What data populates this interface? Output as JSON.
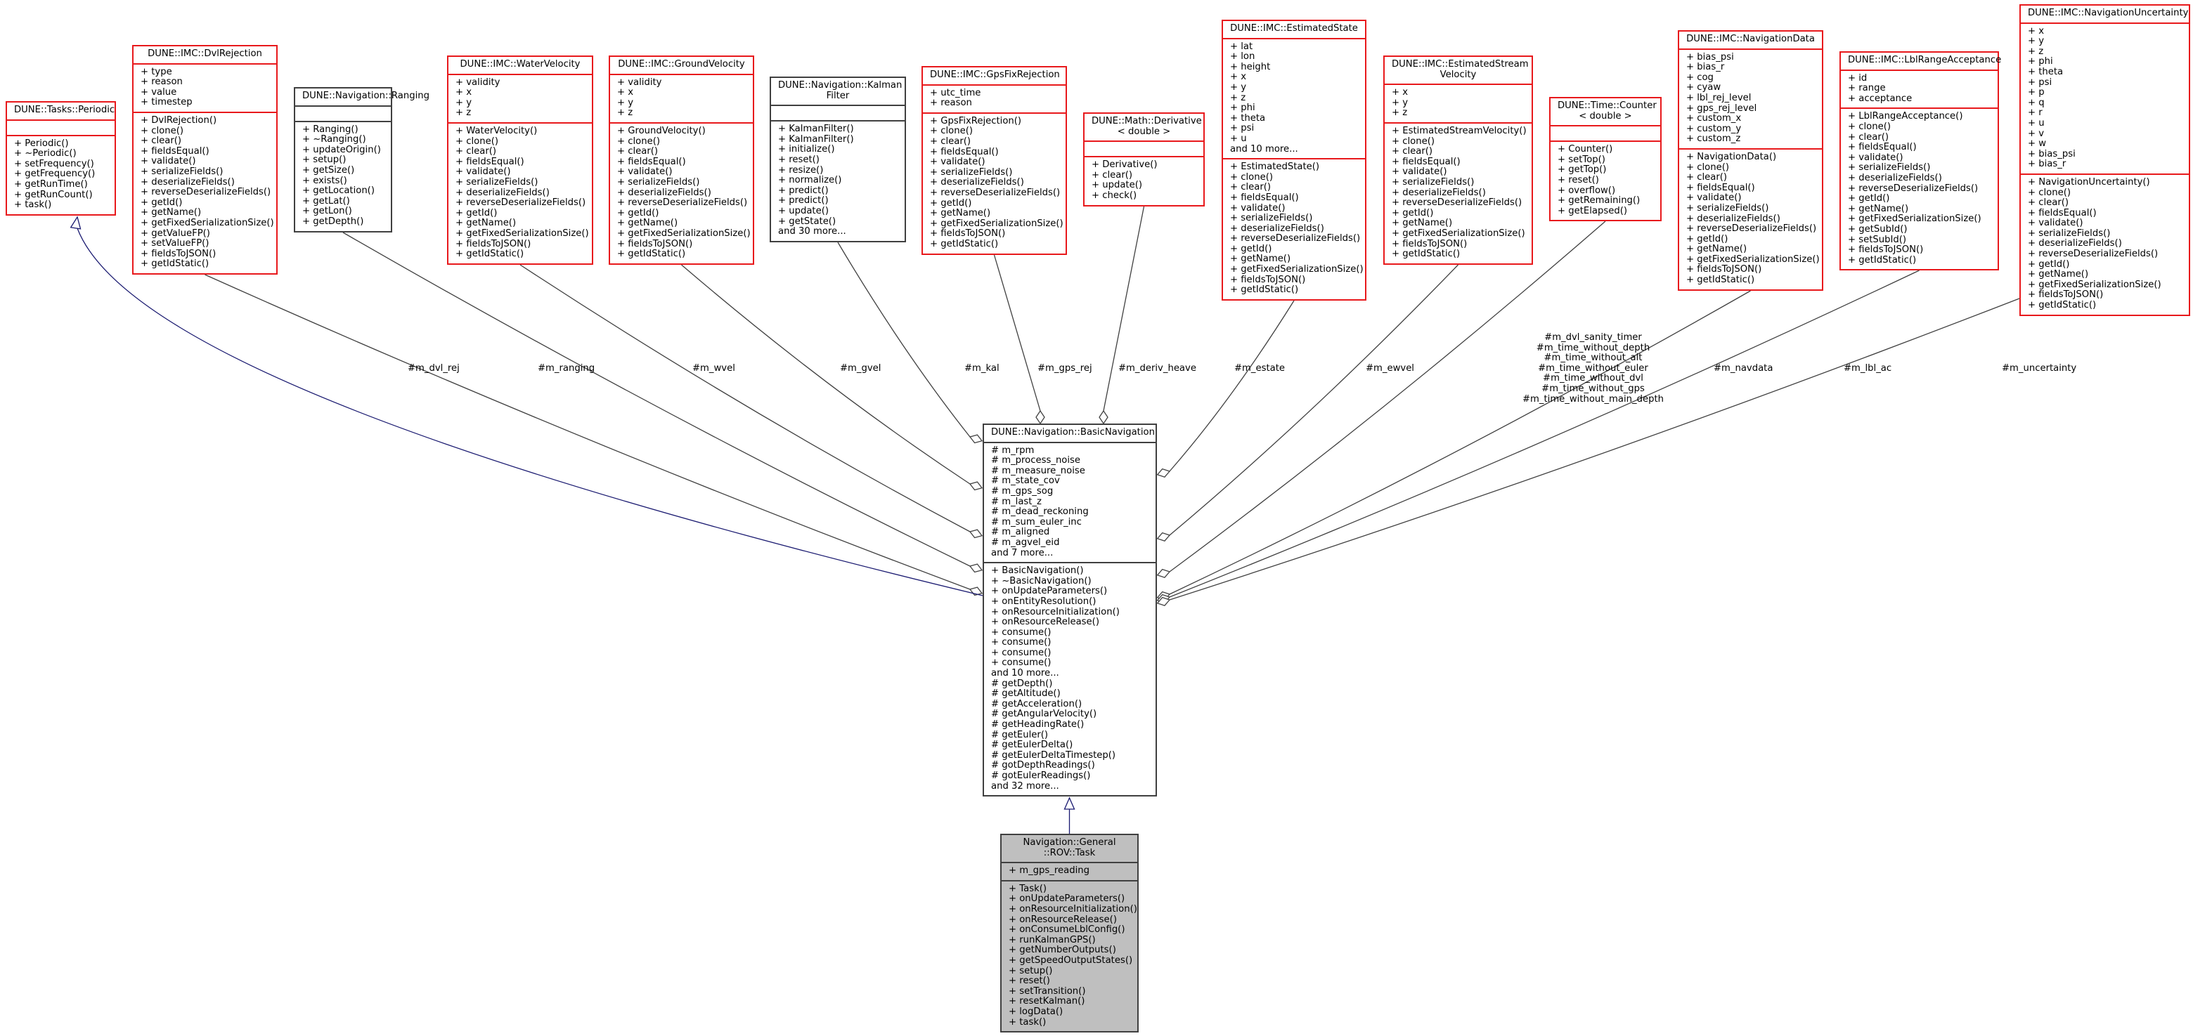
{
  "diagram": {
    "type": "doxygen-collaboration-graph",
    "colors": {
      "external_class_border": "#e8191c",
      "documented_class_border": "#404040",
      "focus_class_fill": "#bfbfbf",
      "inheritance_edge": "#191970",
      "usage_edge": "#404040"
    },
    "classes": [
      {
        "id": "periodic",
        "title": "DUNE::Tasks::Periodic",
        "attributes": [],
        "methods": [
          "+ Periodic()",
          "+ ~Periodic()",
          "+ setFrequency()",
          "+ getFrequency()",
          "+ getRunTime()",
          "+ getRunCount()",
          "+ task()"
        ]
      },
      {
        "id": "dvlrej",
        "title": "DUNE::IMC::DvlRejection",
        "attributes": [
          "+ type",
          "+ reason",
          "+ value",
          "+ timestep"
        ],
        "methods": [
          "+ DvlRejection()",
          "+ clone()",
          "+ clear()",
          "+ fieldsEqual()",
          "+ validate()",
          "+ serializeFields()",
          "+ deserializeFields()",
          "+ reverseDeserializeFields()",
          "+ getId()",
          "+ getName()",
          "+ getFixedSerializationSize()",
          "+ getValueFP()",
          "+ setValueFP()",
          "+ fieldsToJSON()",
          "+ getIdStatic()"
        ]
      },
      {
        "id": "ranging",
        "title": "DUNE::Navigation::Ranging",
        "attributes": [],
        "methods": [
          "+ Ranging()",
          "+ ~Ranging()",
          "+ updateOrigin()",
          "+ setup()",
          "+ getSize()",
          "+ exists()",
          "+ getLocation()",
          "+ getLat()",
          "+ getLon()",
          "+ getDepth()"
        ]
      },
      {
        "id": "wvel",
        "title": "DUNE::IMC::WaterVelocity",
        "attributes": [
          "+ validity",
          "+ x",
          "+ y",
          "+ z"
        ],
        "methods": [
          "+ WaterVelocity()",
          "+ clone()",
          "+ clear()",
          "+ fieldsEqual()",
          "+ validate()",
          "+ serializeFields()",
          "+ deserializeFields()",
          "+ reverseDeserializeFields()",
          "+ getId()",
          "+ getName()",
          "+ getFixedSerializationSize()",
          "+ fieldsToJSON()",
          "+ getIdStatic()"
        ]
      },
      {
        "id": "gvel",
        "title": "DUNE::IMC::GroundVelocity",
        "attributes": [
          "+ validity",
          "+ x",
          "+ y",
          "+ z"
        ],
        "methods": [
          "+ GroundVelocity()",
          "+ clone()",
          "+ clear()",
          "+ fieldsEqual()",
          "+ validate()",
          "+ serializeFields()",
          "+ deserializeFields()",
          "+ reverseDeserializeFields()",
          "+ getId()",
          "+ getName()",
          "+ getFixedSerializationSize()",
          "+ fieldsToJSON()",
          "+ getIdStatic()"
        ]
      },
      {
        "id": "kal",
        "title": "DUNE::Navigation::Kalman\nFilter",
        "attributes": [],
        "methods": [
          "+ KalmanFilter()",
          "+ KalmanFilter()",
          "+ initialize()",
          "+ reset()",
          "+ resize()",
          "+ normalize()",
          "+ predict()",
          "+ predict()",
          "+ update()",
          "+ getState()",
          "and 30 more..."
        ]
      },
      {
        "id": "gpsrej",
        "title": "DUNE::IMC::GpsFixRejection",
        "attributes": [
          "+ utc_time",
          "+ reason"
        ],
        "methods": [
          "+ GpsFixRejection()",
          "+ clone()",
          "+ clear()",
          "+ fieldsEqual()",
          "+ validate()",
          "+ serializeFields()",
          "+ deserializeFields()",
          "+ reverseDeserializeFields()",
          "+ getId()",
          "+ getName()",
          "+ getFixedSerializationSize()",
          "+ fieldsToJSON()",
          "+ getIdStatic()"
        ]
      },
      {
        "id": "deriv",
        "title": "DUNE::Math::Derivative\n< double >",
        "attributes": [],
        "methods": [
          "+ Derivative()",
          "+ clear()",
          "+ update()",
          "+ check()"
        ]
      },
      {
        "id": "estate",
        "title": "DUNE::IMC::EstimatedState",
        "attributes": [
          "+ lat",
          "+ lon",
          "+ height",
          "+ x",
          "+ y",
          "+ z",
          "+ phi",
          "+ theta",
          "+ psi",
          "+ u",
          "and 10 more..."
        ],
        "methods": [
          "+ EstimatedState()",
          "+ clone()",
          "+ clear()",
          "+ fieldsEqual()",
          "+ validate()",
          "+ serializeFields()",
          "+ deserializeFields()",
          "+ reverseDeserializeFields()",
          "+ getId()",
          "+ getName()",
          "+ getFixedSerializationSize()",
          "+ fieldsToJSON()",
          "+ getIdStatic()"
        ]
      },
      {
        "id": "ewvel",
        "title": "DUNE::IMC::EstimatedStream\nVelocity",
        "attributes": [
          "+ x",
          "+ y",
          "+ z"
        ],
        "methods": [
          "+ EstimatedStreamVelocity()",
          "+ clone()",
          "+ clear()",
          "+ fieldsEqual()",
          "+ validate()",
          "+ serializeFields()",
          "+ deserializeFields()",
          "+ reverseDeserializeFields()",
          "+ getId()",
          "+ getName()",
          "+ getFixedSerializationSize()",
          "+ fieldsToJSON()",
          "+ getIdStatic()"
        ]
      },
      {
        "id": "counter",
        "title": "DUNE::Time::Counter\n< double >",
        "attributes": [],
        "methods": [
          "+ Counter()",
          "+ setTop()",
          "+ getTop()",
          "+ reset()",
          "+ overflow()",
          "+ getRemaining()",
          "+ getElapsed()"
        ]
      },
      {
        "id": "navdata",
        "title": "DUNE::IMC::NavigationData",
        "attributes": [
          "+ bias_psi",
          "+ bias_r",
          "+ cog",
          "+ cyaw",
          "+ lbl_rej_level",
          "+ gps_rej_level",
          "+ custom_x",
          "+ custom_y",
          "+ custom_z"
        ],
        "methods": [
          "+ NavigationData()",
          "+ clone()",
          "+ clear()",
          "+ fieldsEqual()",
          "+ validate()",
          "+ serializeFields()",
          "+ deserializeFields()",
          "+ reverseDeserializeFields()",
          "+ getId()",
          "+ getName()",
          "+ getFixedSerializationSize()",
          "+ fieldsToJSON()",
          "+ getIdStatic()"
        ]
      },
      {
        "id": "lblac",
        "title": "DUNE::IMC::LblRangeAcceptance",
        "attributes": [
          "+ id",
          "+ range",
          "+ acceptance"
        ],
        "methods": [
          "+ LblRangeAcceptance()",
          "+ clone()",
          "+ clear()",
          "+ fieldsEqual()",
          "+ validate()",
          "+ serializeFields()",
          "+ deserializeFields()",
          "+ reverseDeserializeFields()",
          "+ getId()",
          "+ getName()",
          "+ getFixedSerializationSize()",
          "+ getSubId()",
          "+ setSubId()",
          "+ fieldsToJSON()",
          "+ getIdStatic()"
        ]
      },
      {
        "id": "uncert",
        "title": "DUNE::IMC::NavigationUncertainty",
        "attributes": [
          "+ x",
          "+ y",
          "+ z",
          "+ phi",
          "+ theta",
          "+ psi",
          "+ p",
          "+ q",
          "+ r",
          "+ u",
          "+ v",
          "+ w",
          "+ bias_psi",
          "+ bias_r"
        ],
        "methods": [
          "+ NavigationUncertainty()",
          "+ clone()",
          "+ clear()",
          "+ fieldsEqual()",
          "+ validate()",
          "+ serializeFields()",
          "+ deserializeFields()",
          "+ reverseDeserializeFields()",
          "+ getId()",
          "+ getName()",
          "+ getFixedSerializationSize()",
          "+ fieldsToJSON()",
          "+ getIdStatic()"
        ]
      },
      {
        "id": "basicnav",
        "title": "DUNE::Navigation::BasicNavigation",
        "attributes": [
          "# m_rpm",
          "# m_process_noise",
          "# m_measure_noise",
          "# m_state_cov",
          "# m_gps_sog",
          "# m_last_z",
          "# m_dead_reckoning",
          "# m_sum_euler_inc",
          "# m_aligned",
          "# m_agvel_eid",
          "and 7 more..."
        ],
        "methods": [
          "+ BasicNavigation()",
          "+ ~BasicNavigation()",
          "+ onUpdateParameters()",
          "+ onEntityResolution()",
          "+ onResourceInitialization()",
          "+ onResourceRelease()",
          "+ consume()",
          "+ consume()",
          "+ consume()",
          "+ consume()",
          "and 10 more...",
          "# getDepth()",
          "# getAltitude()",
          "# getAcceleration()",
          "# getAngularVelocity()",
          "# getHeadingRate()",
          "# getEuler()",
          "# getEulerDelta()",
          "# getEulerDeltaTimestep()",
          "# gotDepthReadings()",
          "# gotEulerReadings()",
          "and 32 more..."
        ]
      },
      {
        "id": "task",
        "title": "Navigation::General\n::ROV::Task",
        "attributes": [
          "+ m_gps_reading"
        ],
        "methods": [
          "+ Task()",
          "+ onUpdateParameters()",
          "+ onResourceInitialization()",
          "+ onResourceRelease()",
          "+ onConsumeLblConfig()",
          "+ runKalmanGPS()",
          "+ getNumberOutputs()",
          "+ getSpeedOutputStates()",
          "+ setup()",
          "+ reset()",
          "+ setTransition()",
          "+ resetKalman()",
          "+ logData()",
          "+ task()"
        ]
      }
    ],
    "edge_labels": {
      "dvlrej": "#m_dvl_rej",
      "ranging": "#m_ranging",
      "wvel": "#m_wvel",
      "gvel": "#m_gvel",
      "kal": "#m_kal",
      "gpsrej": "#m_gps_rej",
      "deriv": "#m_deriv_heave",
      "estate": "#m_estate",
      "ewvel": "#m_ewvel",
      "counter": "#m_dvl_sanity_timer\n#m_time_without_depth\n#m_time_without_alt\n#m_time_without_euler\n#m_time_without_dvl\n#m_time_without_gps\n#m_time_without_main_depth",
      "navdata": "#m_navdata",
      "lblac": "#m_lbl_ac",
      "uncert": "#m_uncertainty"
    }
  }
}
